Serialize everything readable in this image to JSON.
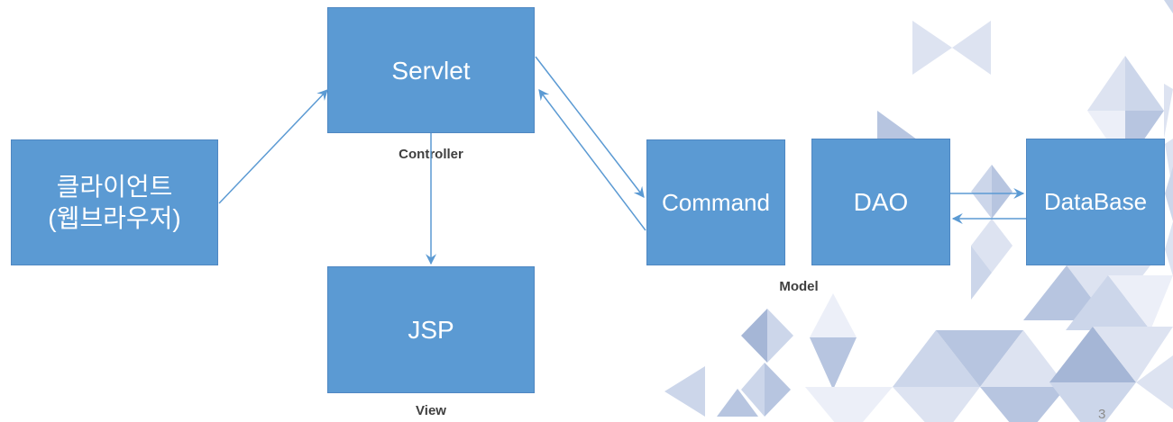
{
  "slide": {
    "page_number": "3",
    "colors": {
      "box_fill": "#5b9ad3",
      "box_border": "#4f87c2",
      "arrow": "#5b9ad3",
      "label_text": "#3f3f3f",
      "page_number_text": "#8c8c8c",
      "bg_tri_1": "#eceff8",
      "bg_tri_2": "#dde3f1",
      "bg_tri_3": "#ccd6ea",
      "bg_tri_4": "#b7c5e0",
      "bg_tri_5": "#a5b6d6"
    }
  },
  "diagram": {
    "nodes": [
      {
        "id": "client",
        "label": "클라이언트",
        "label2": "(웹브라우저)"
      },
      {
        "id": "servlet",
        "label": "Servlet"
      },
      {
        "id": "jsp",
        "label": "JSP"
      },
      {
        "id": "command",
        "label": "Command"
      },
      {
        "id": "dao",
        "label": "DAO"
      },
      {
        "id": "database",
        "label": "DataBase"
      }
    ],
    "labels": {
      "controller": "Controller",
      "view": "View",
      "model": "Model"
    },
    "edges": [
      {
        "from": "client",
        "to": "servlet"
      },
      {
        "from": "servlet",
        "to": "jsp"
      },
      {
        "from": "servlet",
        "to": "command"
      },
      {
        "from": "command",
        "to": "servlet"
      },
      {
        "from": "dao",
        "to": "database"
      },
      {
        "from": "database",
        "to": "dao"
      }
    ]
  }
}
